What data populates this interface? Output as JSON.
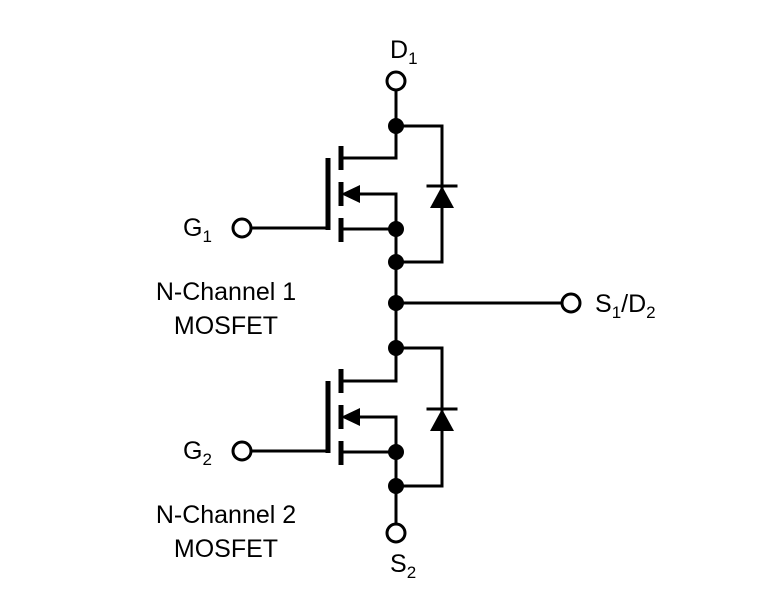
{
  "terminals": {
    "d1": {
      "main": "D",
      "sub": "1"
    },
    "g1": {
      "main": "G",
      "sub": "1"
    },
    "g2": {
      "main": "G",
      "sub": "2"
    },
    "s2": {
      "main": "S",
      "sub": "2"
    },
    "s1d2": {
      "main1": "S",
      "sub1": "1",
      "slash": "/D",
      "sub2": "2"
    }
  },
  "devices": {
    "upper": {
      "line1": "N-Channel 1",
      "line2": "MOSFET"
    },
    "lower": {
      "line1": "N-Channel 2",
      "line2": "MOSFET"
    }
  }
}
